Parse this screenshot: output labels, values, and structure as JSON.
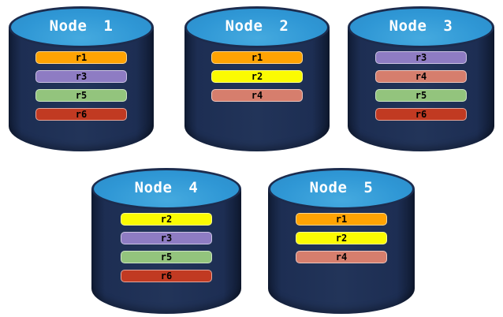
{
  "diagram": {
    "nodes": [
      {
        "label": "Node 1",
        "replicas": [
          "r1",
          "r3",
          "r5",
          "r6"
        ]
      },
      {
        "label": "Node 2",
        "replicas": [
          "r1",
          "r2",
          "r4"
        ]
      },
      {
        "label": "Node 3",
        "replicas": [
          "r3",
          "r4",
          "r5",
          "r6"
        ]
      },
      {
        "label": "Node 4",
        "replicas": [
          "r2",
          "r3",
          "r5",
          "r6"
        ]
      },
      {
        "label": "Node 5",
        "replicas": [
          "r1",
          "r2",
          "r4"
        ]
      }
    ],
    "colors": {
      "background": "#FFFFFF",
      "cylinder_body": "#1E2F55",
      "cylinder_top": "#2F97D5",
      "title_text": "#FFFFFF",
      "bar_text": "#000000",
      "replica": {
        "r1": "#FFA303",
        "r2": "#FBFB02",
        "r3": "#8E7CC3",
        "r4": "#D67E6D",
        "r5": "#93C47D",
        "r6": "#C13A22"
      }
    }
  }
}
